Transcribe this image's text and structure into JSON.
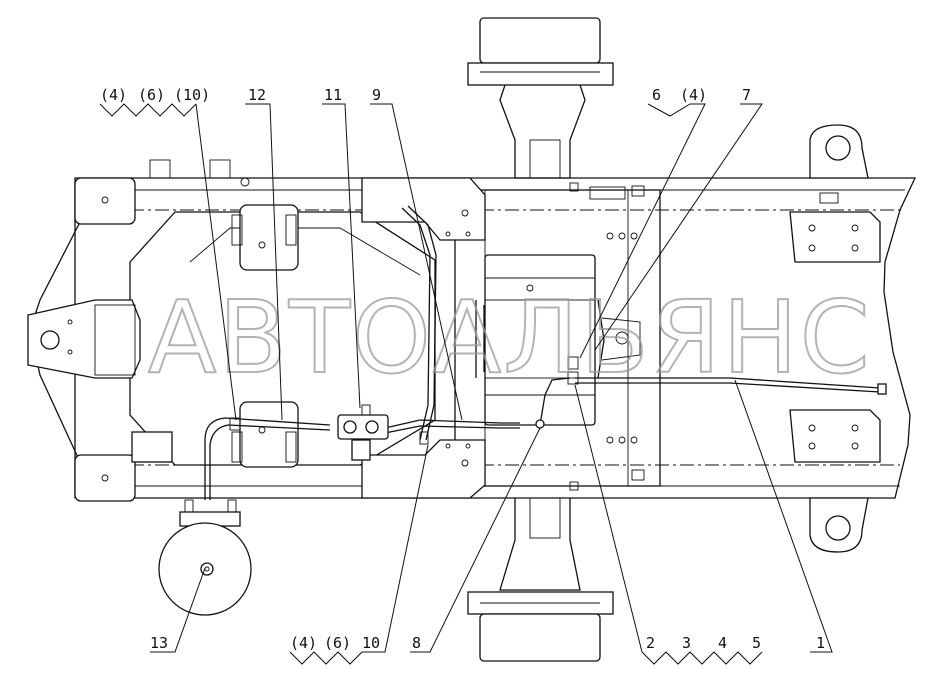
{
  "watermark": "АВТОАЛЬЯНС",
  "callouts": {
    "top_left": [
      "(4)",
      "(6)",
      "(10)"
    ],
    "top_12": "12",
    "top_11": "11",
    "top_9": "9",
    "top_6": "6",
    "top_6_ref": "(4)",
    "top_7": "7",
    "bottom_13": "13",
    "bottom_left": [
      "(4)",
      "(6)",
      "10"
    ],
    "bottom_8": "8",
    "bottom_right": [
      "2",
      "3",
      "4",
      "5"
    ],
    "bottom_1": "1"
  }
}
